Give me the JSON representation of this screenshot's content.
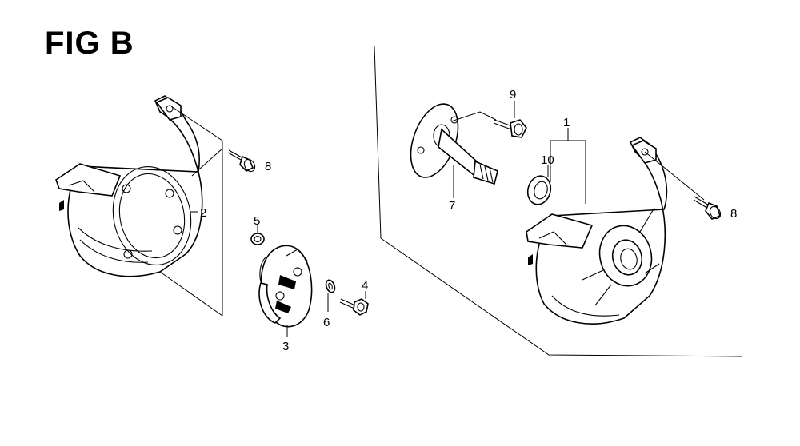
{
  "figure": {
    "title": "FIG B"
  },
  "callouts": [
    {
      "id": "1",
      "label": "1"
    },
    {
      "id": "2",
      "label": "2"
    },
    {
      "id": "3",
      "label": "3"
    },
    {
      "id": "4",
      "label": "4"
    },
    {
      "id": "5",
      "label": "5"
    },
    {
      "id": "6",
      "label": "6"
    },
    {
      "id": "7",
      "label": "7"
    },
    {
      "id": "8a",
      "label": "8"
    },
    {
      "id": "8b",
      "label": "8"
    },
    {
      "id": "9",
      "label": "9"
    },
    {
      "id": "10",
      "label": "10"
    }
  ]
}
